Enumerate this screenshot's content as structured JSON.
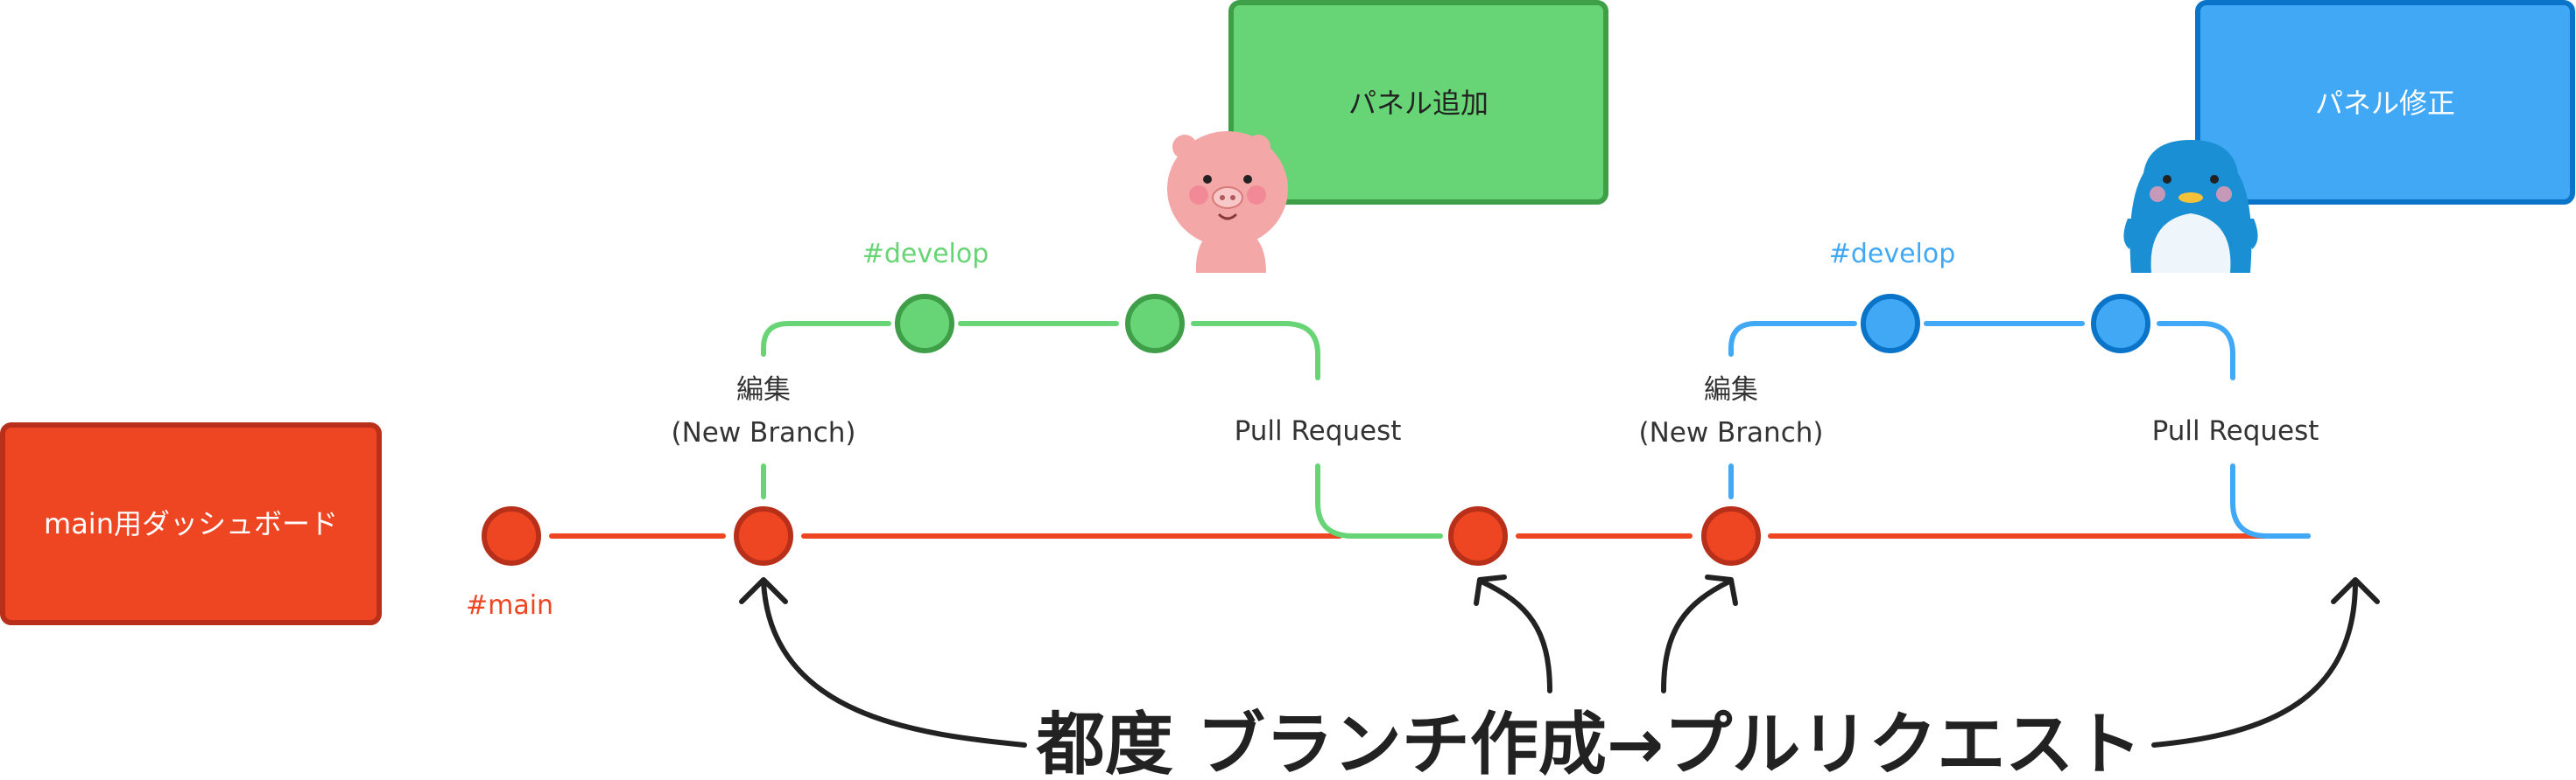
{
  "boxes": {
    "main": {
      "label": "main用ダッシュボード"
    },
    "panel_add": {
      "label": "パネル追加"
    },
    "panel_fix": {
      "label": "パネル修正"
    }
  },
  "branches": {
    "main": "#main",
    "develop_1": "#develop",
    "develop_2": "#develop"
  },
  "annotations": {
    "edit_1": "編集",
    "new_branch_1": "(New Branch)",
    "pull_request_1": "Pull Request",
    "edit_2": "編集",
    "new_branch_2": "(New Branch)",
    "pull_request_2": "Pull Request"
  },
  "caption": "都度 ブランチ作成→プルリクエスト",
  "icons": [
    "pig-icon",
    "penguin-icon"
  ],
  "colors": {
    "main": "#EE4623",
    "main_border": "#B8301A",
    "develop_green": "#67D475",
    "develop_green_border": "#3F9E48",
    "develop_blue": "#41A8F5",
    "develop_blue_border": "#0A74C9",
    "caption": "#222222"
  }
}
